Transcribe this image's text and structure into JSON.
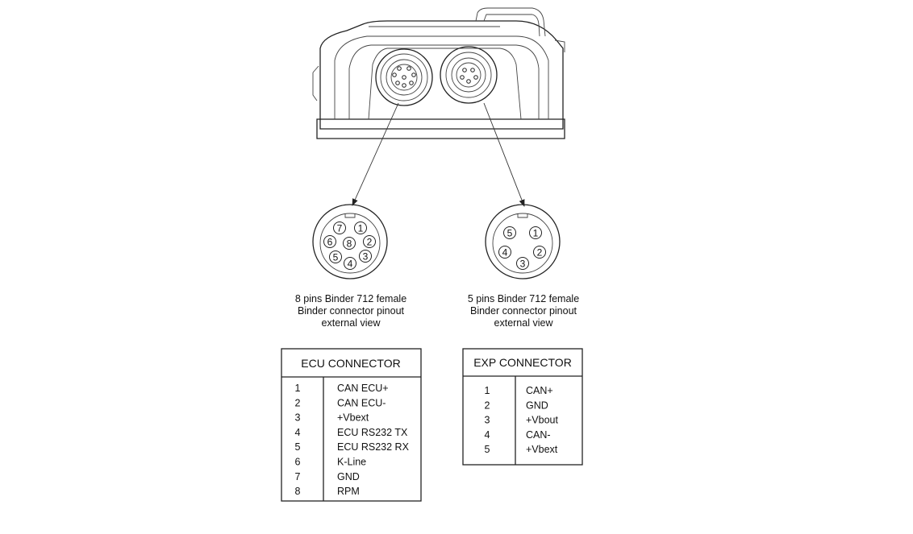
{
  "ecu_connector": {
    "caption": [
      "8 pins Binder 712 female",
      "Binder connector pinout",
      "external view"
    ],
    "pin_labels": [
      "1",
      "2",
      "3",
      "4",
      "5",
      "6",
      "7",
      "8"
    ],
    "table_title": "ECU CONNECTOR",
    "rows": [
      {
        "pin": "1",
        "signal": "CAN ECU+"
      },
      {
        "pin": "2",
        "signal": "CAN ECU-"
      },
      {
        "pin": "3",
        "signal": "+Vbext"
      },
      {
        "pin": "4",
        "signal": "ECU RS232 TX"
      },
      {
        "pin": "5",
        "signal": "ECU RS232 RX"
      },
      {
        "pin": "6",
        "signal": "K-Line"
      },
      {
        "pin": "7",
        "signal": "GND"
      },
      {
        "pin": "8",
        "signal": "RPM"
      }
    ]
  },
  "exp_connector": {
    "caption": [
      "5 pins Binder 712 female",
      "Binder connector pinout",
      "external view"
    ],
    "pin_labels": [
      "1",
      "2",
      "3",
      "4",
      "5"
    ],
    "table_title": "EXP CONNECTOR",
    "rows": [
      {
        "pin": "1",
        "signal": "CAN+"
      },
      {
        "pin": "2",
        "signal": "GND"
      },
      {
        "pin": "3",
        "signal": "+Vbout"
      },
      {
        "pin": "4",
        "signal": "CAN-"
      },
      {
        "pin": "5",
        "signal": "+Vbext"
      }
    ]
  }
}
